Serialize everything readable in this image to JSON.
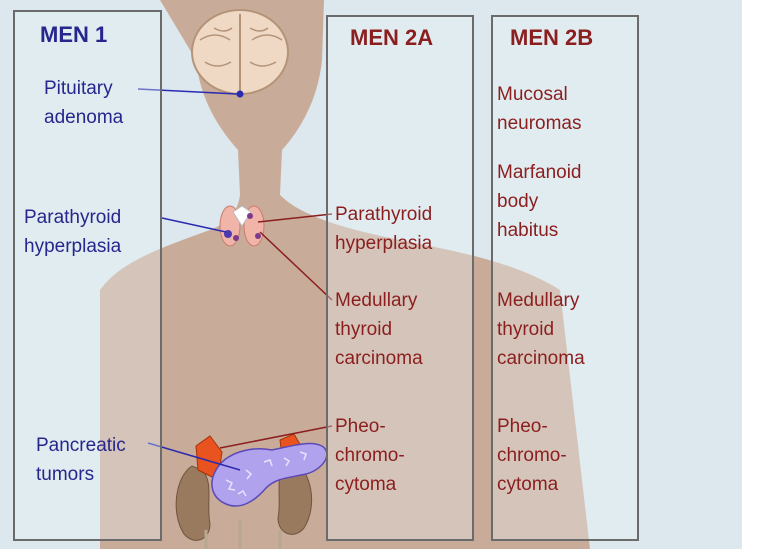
{
  "men1": {
    "title": "MEN 1",
    "pituitary": "Pituitary\nadenoma",
    "parathyroid": "Parathyroid\nhyperplasia",
    "pancreatic": "Pancreatic\ntumors"
  },
  "men2a": {
    "title": "MEN 2A",
    "parathyroid": "Parathyroid\nhyperplasia",
    "medullary": "Medullary\nthyroid\ncarcinoma",
    "pheo": "Pheo-\nchromo-\ncytoma"
  },
  "men2b": {
    "title": "MEN 2B",
    "mucosal": "Mucosal\nneuromas",
    "marfanoid": "Marfanoid\nbody\nhabitus",
    "medullary": "Medullary\nthyroid\ncarcinoma",
    "pheo": "Pheo-\nchromo-\ncytoma"
  },
  "colors": {
    "men1_text": "#26268c",
    "men2_text": "#8b1e1e",
    "background": "#dce8ee",
    "silhouette": "#c9ab99"
  }
}
